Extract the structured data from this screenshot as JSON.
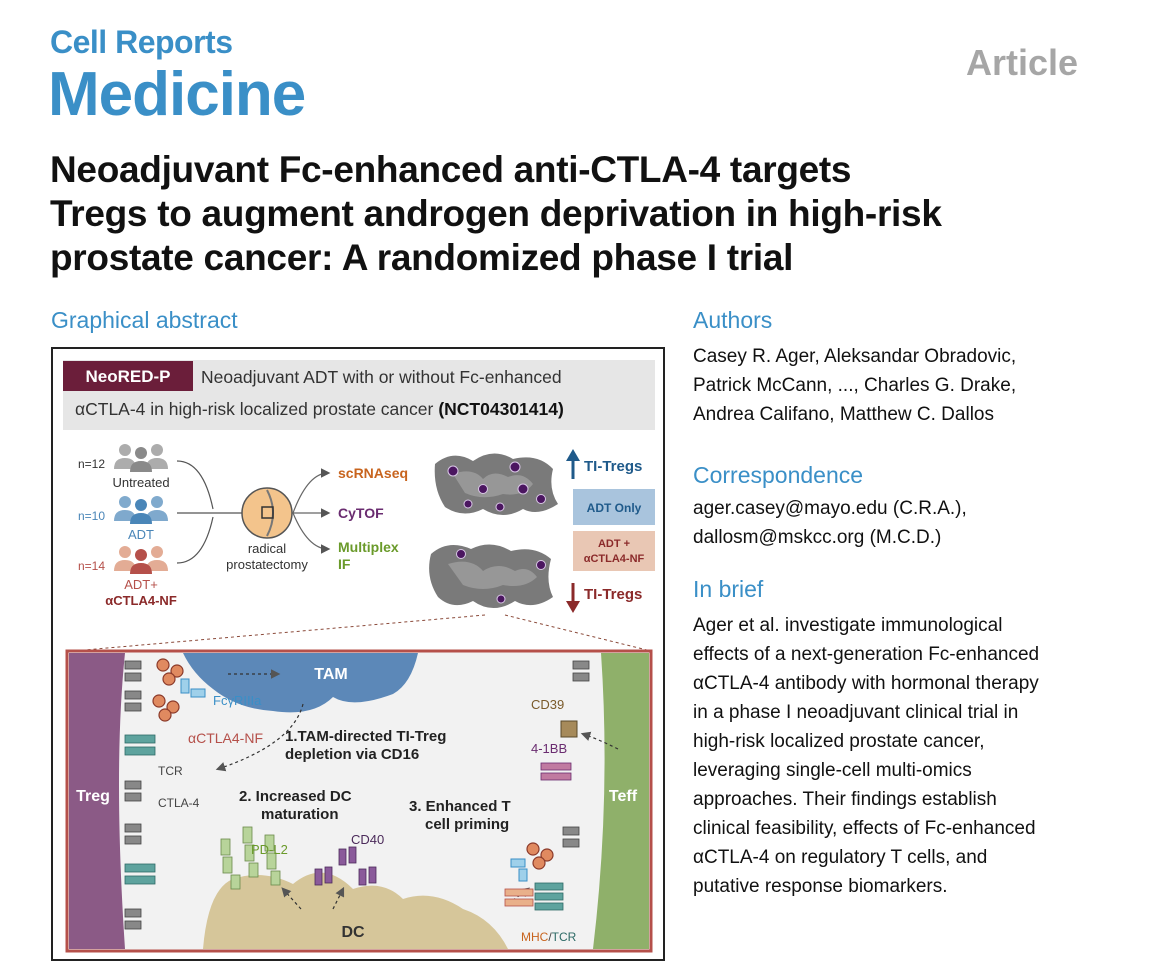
{
  "journal": {
    "line1": "Cell Reports",
    "line2": "Medicine",
    "article_type": "Article"
  },
  "title_lines": [
    "Neoadjuvant Fc-enhanced anti-CTLA-4 targets",
    "Tregs to augment androgen deprivation in high-risk",
    "prostate cancer: A randomized phase I trial"
  ],
  "graphical_abstract": {
    "heading": "Graphical abstract",
    "trial_tag": "NeoRED-P",
    "trial_desc_line1": "Neoadjuvant ADT with or without Fc-enhanced",
    "trial_desc_line2": "αCTLA-4 in high-risk localized prostate cancer",
    "trial_id": "(NCT04301414)",
    "arms": [
      {
        "n": "n=12",
        "label": "Untreated",
        "color": "#8a8a8a"
      },
      {
        "n": "n=10",
        "label": "ADT",
        "color": "#4a86b8"
      },
      {
        "n": "n=14",
        "label": "ADT+",
        "label2": "αCTLA4-NF",
        "color": "#b5504a"
      }
    ],
    "surgery_line1": "radical",
    "surgery_line2": "prostatectomy",
    "assays": [
      {
        "label": "scRNAseq",
        "color": "#c8641e"
      },
      {
        "label": "CyTOF",
        "color": "#6a2c70"
      },
      {
        "label": "Multiplex",
        "label2": "IF",
        "color": "#6a9a2a"
      }
    ],
    "ti_tregs_up": "TI-Tregs",
    "ti_tregs_down": "TI-Tregs",
    "box_adt": "ADT Only",
    "box_combo_line1": "ADT +",
    "box_combo_line2": "αCTLA4-NF",
    "mech": {
      "tam": "TAM",
      "treg": "Treg",
      "teff": "Teff",
      "dc": "DC",
      "fcgr": "FcγRIIIa",
      "actla4": "αCTLA4-NF",
      "tcr": "TCR",
      "ctla4": "CTLA-4",
      "cd39": "CD39",
      "fourbb": "4-1BB",
      "pdl2": "PD-L2",
      "cd40": "CD40",
      "mhc": "MHC",
      "mhc_sep": "/",
      "tcr2": "TCR",
      "step1_line1": "1.TAM-directed TI-Treg",
      "step1_line2": "depletion via CD16",
      "step2_line1": "2. Increased DC",
      "step2_line2": "maturation",
      "step3_line1": "3. Enhanced T",
      "step3_line2": "cell priming"
    }
  },
  "authors": {
    "heading": "Authors",
    "lines": [
      "Casey R. Ager, Aleksandar Obradovic,",
      "Patrick McCann, ..., Charles G. Drake,",
      "Andrea Califano, Matthew C. Dallos"
    ]
  },
  "correspondence": {
    "heading": "Correspondence",
    "lines": [
      "ager.casey@mayo.edu (C.R.A.),",
      "dallosm@mskcc.org (M.C.D.)"
    ]
  },
  "in_brief": {
    "heading": "In brief",
    "lines": [
      "Ager et al. investigate immunological",
      "effects of a next-generation Fc-enhanced",
      "αCTLA-4 antibody with hormonal therapy",
      "in a phase I neoadjuvant clinical trial in",
      "high-risk localized prostate cancer,",
      "leveraging single-cell multi-omics",
      "approaches. Their findings establish",
      "clinical feasibility, effects of Fc-enhanced",
      "αCTLA-4 on regulatory T cells, and",
      "putative response biomarkers."
    ]
  }
}
